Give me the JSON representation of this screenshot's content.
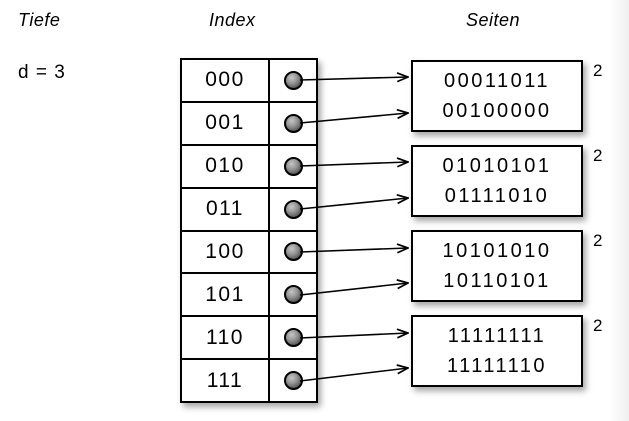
{
  "labels": {
    "depth_title": "Tiefe",
    "depth_value": "d = 3",
    "index_title": "Index",
    "pages_title": "Seiten"
  },
  "index_rows": [
    {
      "bits": "000"
    },
    {
      "bits": "001"
    },
    {
      "bits": "010"
    },
    {
      "bits": "011"
    },
    {
      "bits": "100"
    },
    {
      "bits": "101"
    },
    {
      "bits": "110"
    },
    {
      "bits": "111"
    }
  ],
  "pages": [
    {
      "values": [
        "00011011",
        "00100000"
      ],
      "local_depth": "2"
    },
    {
      "values": [
        "01010101",
        "01111010"
      ],
      "local_depth": "2"
    },
    {
      "values": [
        "10101010",
        "10110101"
      ],
      "local_depth": "2"
    },
    {
      "values": [
        "11111111",
        "11111110"
      ],
      "local_depth": "2"
    }
  ],
  "colors": {
    "ink": "#000000",
    "page_background": "#ffffff",
    "dot_center_gray": "#c6c6c6",
    "dot_edge_gray": "#383838"
  }
}
